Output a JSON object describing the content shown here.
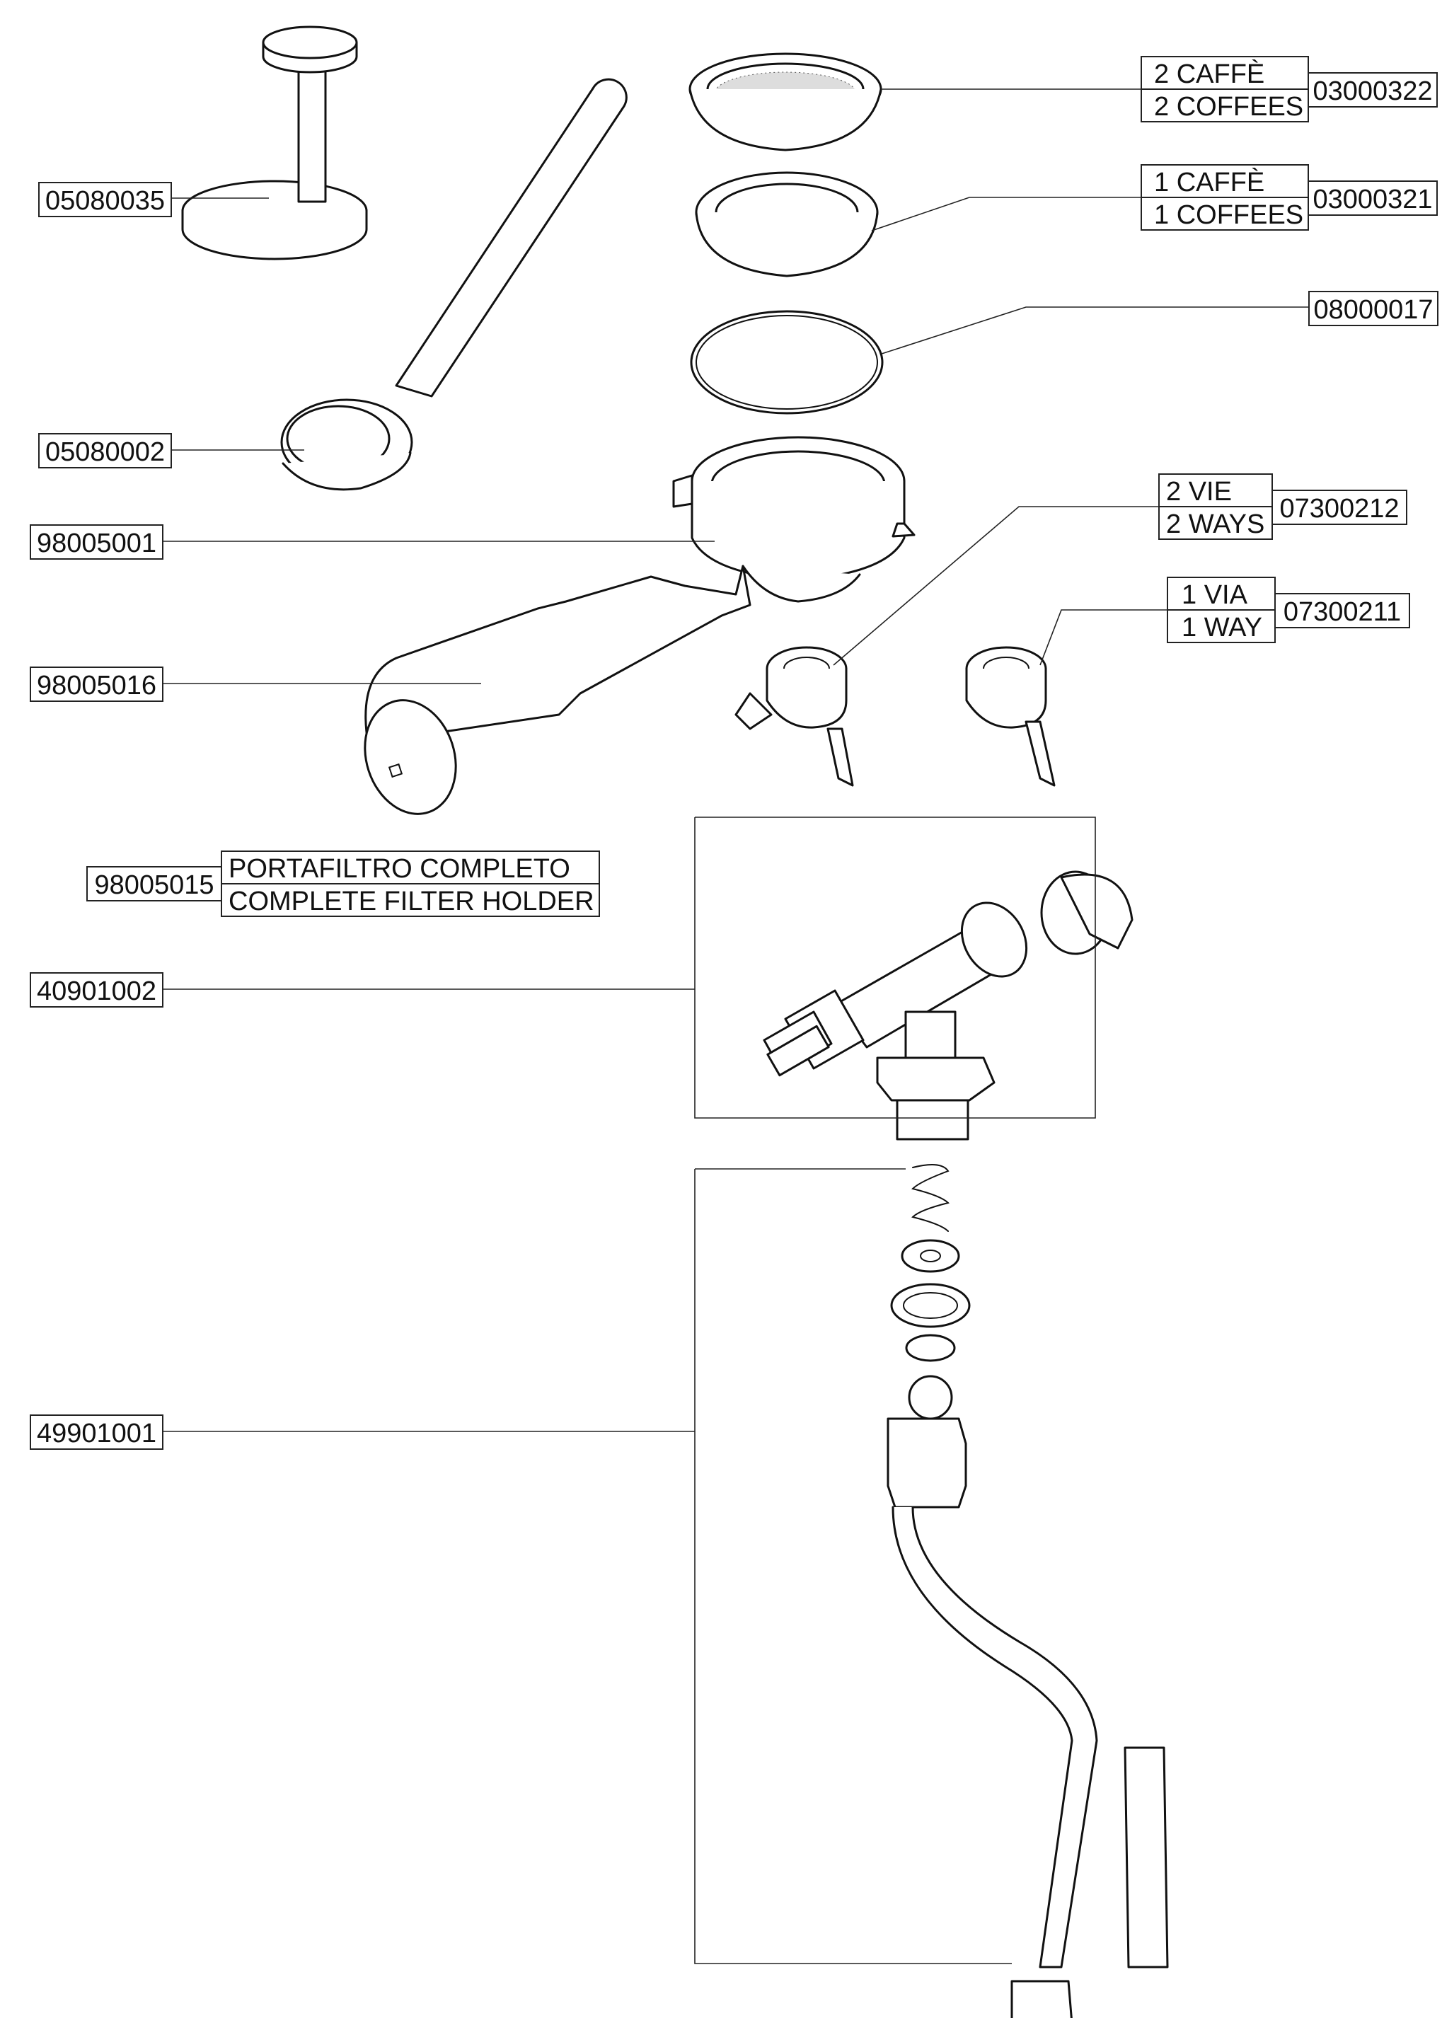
{
  "callouts": {
    "tamper": "05080035",
    "measuring_spoon": "05080002",
    "filter_holder_ring": "98005001",
    "handle": "98005016",
    "complete_filter_holder": {
      "code": "98005015",
      "line1": "PORTAFILTRO COMPLETO",
      "line2": "COMPLETE FILTER HOLDER"
    },
    "steam_valve": "40901002",
    "steam_wand": "49901001",
    "filter_2_cups": {
      "line1": "2 CAFFÈ",
      "line2": "2 COFFEES",
      "code": "03000322"
    },
    "filter_1_cup": {
      "line1": "1 CAFFÈ",
      "line2": "1 COFFEES",
      "code": "03000321"
    },
    "gasket_ring": "08000017",
    "spout_2_ways": {
      "line1": "2 VIE",
      "line2": "2 WAYS",
      "code": "07300212"
    },
    "spout_1_way": {
      "line1": "1 VIA",
      "line2": "1 WAY",
      "code": "07300211"
    }
  }
}
